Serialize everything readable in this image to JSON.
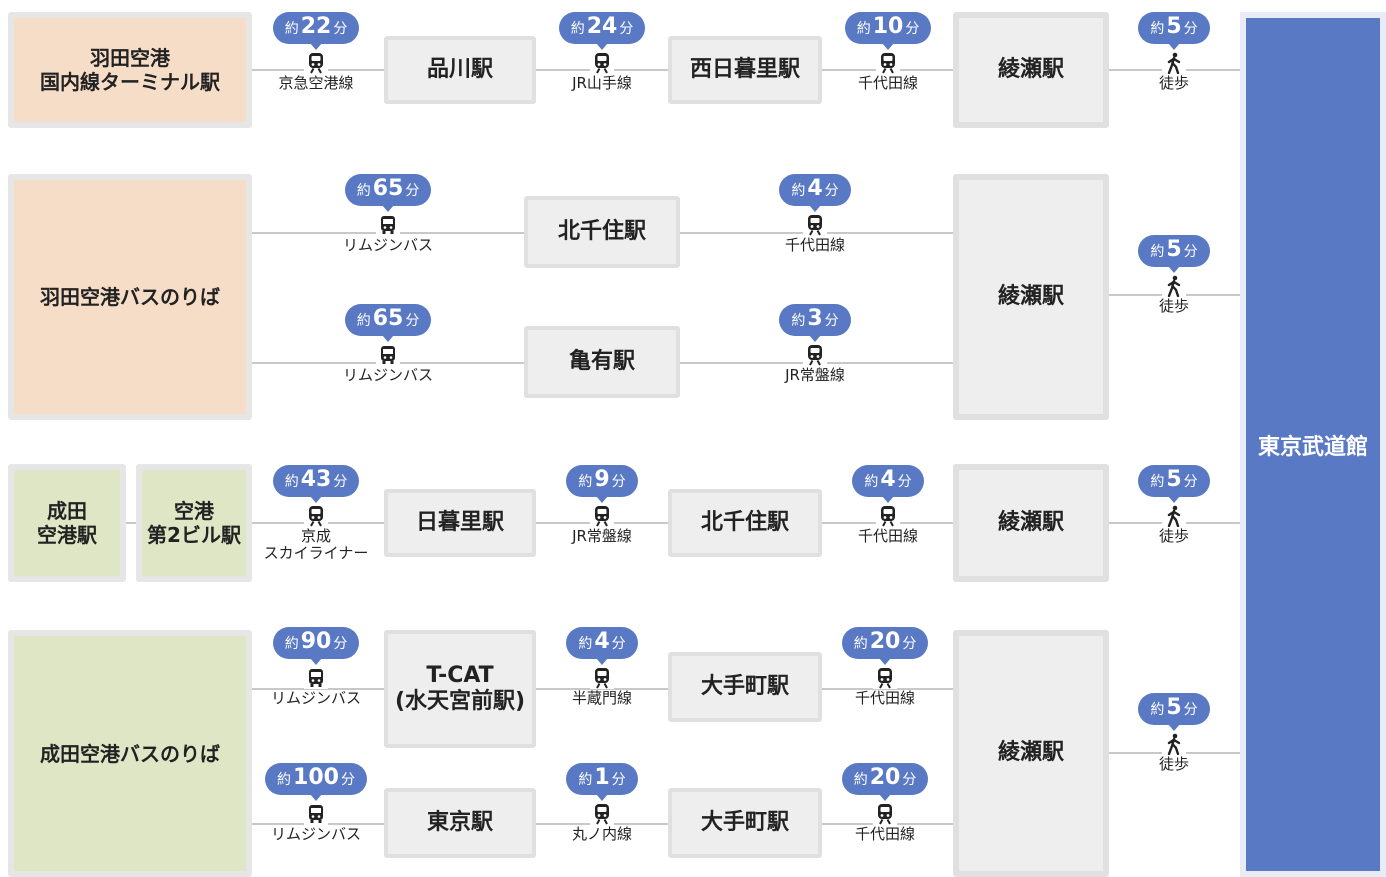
{
  "destination": "東京武道館",
  "time_prefix": "約",
  "time_unit": "分",
  "routes": [
    {
      "origin": "羽田空港\n国内線ターミナル駅",
      "segments": [
        {
          "minutes": "22",
          "mode": "京急空港線",
          "icon": "train-icon"
        },
        {
          "minutes": "24",
          "mode": "JR山手線",
          "icon": "train-icon"
        },
        {
          "minutes": "10",
          "mode": "千代田線",
          "icon": "train-icon"
        },
        {
          "minutes": "5",
          "mode": "徒歩",
          "icon": "walk-icon"
        }
      ],
      "stations": [
        "品川駅",
        "西日暮里駅",
        "綾瀬駅"
      ]
    },
    {
      "origin": "羽田空港バスのりば",
      "branches": [
        {
          "segments": [
            {
              "minutes": "65",
              "mode": "リムジンバス",
              "icon": "bus-icon"
            },
            {
              "minutes": "4",
              "mode": "千代田線",
              "icon": "train-icon"
            }
          ],
          "station": "北千住駅"
        },
        {
          "segments": [
            {
              "minutes": "65",
              "mode": "リムジンバス",
              "icon": "bus-icon"
            },
            {
              "minutes": "3",
              "mode": "JR常盤線",
              "icon": "train-icon"
            }
          ],
          "station": "亀有駅"
        }
      ],
      "end_station": "綾瀬駅",
      "walk": {
        "minutes": "5",
        "mode": "徒歩",
        "icon": "walk-icon"
      }
    },
    {
      "origins": [
        "成田\n空港駅",
        "空港\n第2ビル駅"
      ],
      "segments": [
        {
          "minutes": "43",
          "mode": "京成\nスカイライナー",
          "icon": "train-icon"
        },
        {
          "minutes": "9",
          "mode": "JR常盤線",
          "icon": "train-icon"
        },
        {
          "minutes": "4",
          "mode": "千代田線",
          "icon": "train-icon"
        },
        {
          "minutes": "5",
          "mode": "徒歩",
          "icon": "walk-icon"
        }
      ],
      "stations": [
        "日暮里駅",
        "北千住駅",
        "綾瀬駅"
      ]
    },
    {
      "origin": "成田空港バスのりば",
      "branches": [
        {
          "segments": [
            {
              "minutes": "90",
              "mode": "リムジンバス",
              "icon": "bus-icon"
            },
            {
              "minutes": "4",
              "mode": "半蔵門線",
              "icon": "train-icon"
            },
            {
              "minutes": "20",
              "mode": "千代田線",
              "icon": "train-icon"
            }
          ],
          "stations": [
            "T-CAT\n(水天宮前駅)",
            "大手町駅"
          ]
        },
        {
          "segments": [
            {
              "minutes": "100",
              "mode": "リムジンバス",
              "icon": "bus-icon"
            },
            {
              "minutes": "1",
              "mode": "丸ノ内線",
              "icon": "train-icon"
            },
            {
              "minutes": "20",
              "mode": "千代田線",
              "icon": "train-icon"
            }
          ],
          "stations": [
            "東京駅",
            "大手町駅"
          ]
        }
      ],
      "end_station": "綾瀬駅",
      "walk": {
        "minutes": "5",
        "mode": "徒歩",
        "icon": "walk-icon"
      }
    }
  ]
}
